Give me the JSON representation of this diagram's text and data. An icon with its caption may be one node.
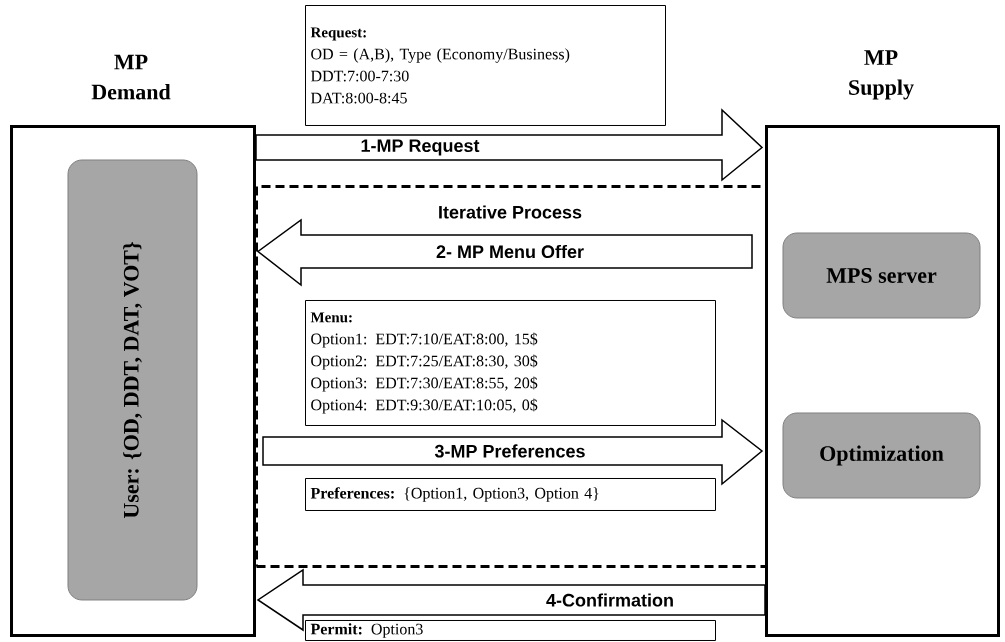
{
  "diagram": {
    "nodes": [
      {
        "text": [
          "MP Demand"
        ]
      },
      {
        "text": [
          "User: {OD, DDT, DAT, VOT}"
        ],
        "in": 0
      },
      {
        "text": [
          "MP Supply"
        ]
      },
      {
        "text": [
          "MPS server"
        ],
        "in": 2
      },
      {
        "text": [
          "Optimization"
        ],
        "in": 2
      },
      {
        "text": [
          "Request:",
          "OD = (A,B), Type (Economy/Business)",
          "DDT:7:00-7:30",
          "DAT:8:00-8:45"
        ]
      },
      {
        "text": [
          "Iterative Process"
        ]
      },
      {
        "text": [
          "Menu:",
          "Option1: EDT:7:10/EAT:8:00, 15$",
          "Option2: EDT:7:25/EAT:8:30, 30$",
          "Option3: EDT:7:30/EAT:8:55, 20$",
          "Option4: EDT:9:30/EAT:10:05, 0$"
        ],
        "in": 6
      },
      {
        "text": [
          "**Preferences:** {Option1, Option3, Option 4}"
        ],
        "in": 6
      },
      {
        "text": [
          "**Permit:** Option3"
        ]
      }
    ],
    "edges": [
      {
        "from": 0,
        "to": 2,
        "arrow": "to",
        "label": "1-MP Request"
      },
      {
        "from": 2,
        "to": 0,
        "arrow": "to",
        "label": "2- MP Menu Offer"
      },
      {
        "from": 0,
        "to": 2,
        "arrow": "to",
        "label": "3-MP Preferences"
      },
      {
        "from": 2,
        "to": 0,
        "arrow": "to",
        "label": "4-Confirmation"
      }
    ]
  }
}
